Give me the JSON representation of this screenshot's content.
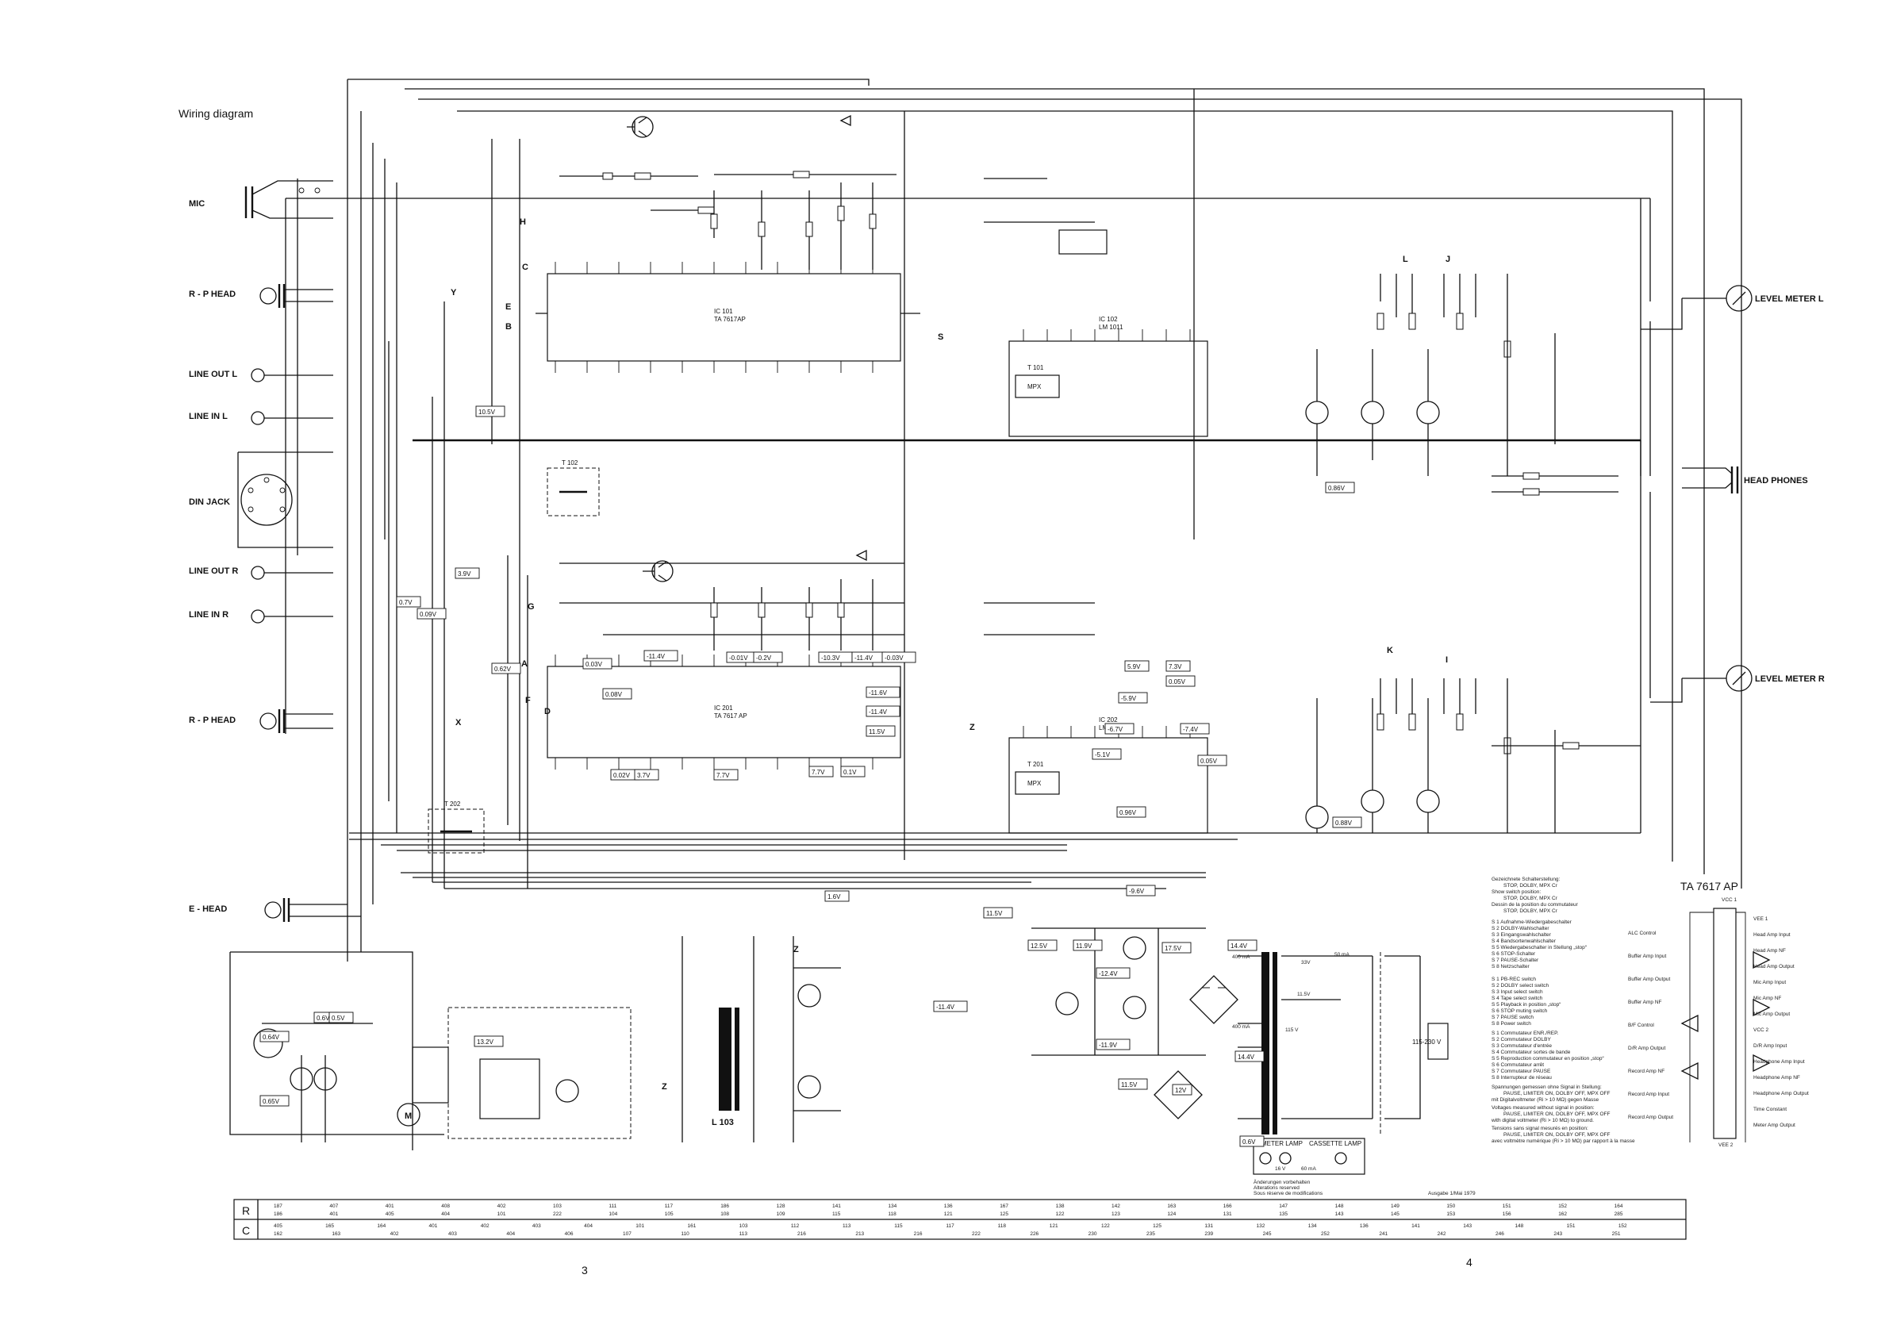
{
  "title": "Wiring diagram",
  "left_labels": {
    "mic": "MIC",
    "rp_head_1": "R - P  HEAD",
    "line_out_l": "LINE OUT L",
    "line_in_l": "LINE IN L",
    "din_jack": "DIN JACK",
    "line_out_r": "LINE OUT R",
    "line_in_r": "LINE IN R",
    "rp_head_2": "R - P  HEAD",
    "e_head": "E - HEAD"
  },
  "right_labels": {
    "level_meter_l": "LEVEL METER L",
    "head_phones": "HEAD PHONES",
    "level_meter_r": "LEVEL METER R"
  },
  "ic_labels": {
    "ic101": "IC 101\nTA 7617AP",
    "ic201": "IC 201\nTA 7617 AP",
    "ic102": "IC 102\nLM 1011",
    "ic202": "IC 202\nLM 1011",
    "t101": "T 101",
    "t201": "T 201",
    "t102": "T 102",
    "t202": "T 202",
    "mpx1": "MPX",
    "mpx2": "MPX",
    "l103": "L 103"
  },
  "point_letters": [
    "H",
    "C",
    "E",
    "B",
    "Y",
    "G",
    "A",
    "F",
    "D",
    "X",
    "S",
    "Z",
    "Z",
    "L",
    "J",
    "K",
    "I",
    "Z"
  ],
  "voltages": [
    "10.5V",
    "3.9V",
    "0.7V",
    "0.09V",
    "0.6V",
    "0.5V",
    "0.62V",
    "0.03V",
    "0.08V",
    "-11.4V",
    "-0.01V",
    "-0.2V",
    "-10.3V",
    "-11.4V",
    "-0.03V",
    "-11.6V",
    "-11.4V",
    "11.5V",
    "0.02V",
    "3.7V",
    "7.7V",
    "7.7V",
    "0.1V",
    "5.9V",
    "7.3V",
    "0.05V",
    "-5.9V",
    "-6.7V",
    "-7.4V",
    "-5.1V",
    "0.05V",
    "0.96V",
    "0.86V",
    "0.88V",
    "1.6V",
    "11.5V",
    "-11.4V",
    "12.5V",
    "11.9V",
    "-12.4V",
    "-11.9V",
    "-9.6V",
    "17.5V",
    "14.4V",
    "14.4V",
    "12V",
    "13.2V",
    "11.5V",
    "0.6V",
    "0.64V",
    "0.65V"
  ],
  "power": {
    "mains": "115-230 V",
    "meter_lamp": "METER LAMP",
    "cassette_lamp": "CASSETTE LAMP",
    "v1": "33V",
    "v2": "11.5V",
    "ma1": "400 mA",
    "ma2": "400 mA",
    "ma3": "50 mA",
    "ma4": "60 mA",
    "v3": "16 V",
    "v4": "115 V"
  },
  "motor": "M",
  "legend": {
    "switch_title_de": "Gezeichnete Schalterstellung:",
    "switch_state_1": "STOP, DOLBY, MPX Cr",
    "switch_title_en": "Show switch position:",
    "switch_state_2": "STOP, DOLBY, MPX Cr",
    "switch_title_fr": "Dessin de la position du commutateur",
    "switch_state_3": "STOP, DOLBY, MPX Cr",
    "switches_de": [
      "S 1   Aufnahme-Wiedergabeschalter",
      "S 2   DOLBY-Wahlschalter",
      "S 3   Eingangswahlschalter",
      "S 4   Bandsortenwahlschalter",
      "S 5   Wiedergabeschalter in Stellung „stop“",
      "S 6   STOP-Schalter",
      "S 7   PAUSE-Schalter",
      "S 8   Netzschalter"
    ],
    "switches_en": [
      "S 1   PB-REC switch",
      "S 2   DOLBY select switch",
      "S 3   Input select switch",
      "S 4   Tape select switch",
      "S 5   Playback in position „stop“",
      "S 6   STOP muting switch",
      "S 7   PAUSE switch",
      "S 8   Power switch"
    ],
    "switches_fr": [
      "S 1   Commutateur ENR./REP.",
      "S 2   Commutateur DOLBY",
      "S 3   Commutateur d'entrée",
      "S 4   Commutateur sortes de bande",
      "S 5   Reproduction commutateur en position „stop“",
      "S 6   Commutateur arrêt",
      "S 7   Commutateur PAUSE",
      "S 8   Interrupteur de réseau"
    ],
    "measure_de": "Spannungen gemessen ohne Signal in Stellung:",
    "measure_state_de": "PAUSE, LIMITER ON, DOLBY OFF, MPX OFF",
    "measure_note_de": "mit Digitalvoltmeter (Ri > 10 MΩ) gegen Masse",
    "measure_en": "Voltages measured without signal in position:",
    "measure_state_en": "PAUSE, LIMITER ON, DOLBY OFF, MPX OFF",
    "measure_note_en": "with digital voltmeter (Ri > 10 MΩ) to ground.",
    "measure_fr": "Tensions sans signal mesurés en position:",
    "measure_state_fr": "PAUSE, LIMITER ON, DOLBY OFF, MPX OFF",
    "measure_note_fr": "avec voltmètre numérique (Ri > 10 MΩ) par rapport à la masse",
    "changes_de": "Änderungen vorbehalten",
    "changes_en": "Alterations reserved",
    "changes_fr": "Sous réserve de modifications",
    "edition": "Ausgabe 1/Mai 1979"
  },
  "inset": {
    "title": "TA 7617 AP",
    "left_pins": [
      "ALC Control",
      "Buffer Amp Input",
      "Buffer Amp Output",
      "Buffer Amp NF",
      "B/F Control",
      "D/R Amp Output",
      "Record Amp NF",
      "Record Amp Input",
      "Record Amp Output"
    ],
    "right_pins": [
      "VEE 1",
      "Head Amp Input",
      "Head Amp NF",
      "Head Amp Output",
      "Mic Amp Input",
      "Mic Amp NF",
      "Mic Amp Output",
      "VCC 2",
      "D/R Amp Input",
      "Headphone Amp Input",
      "Headphone Amp NF",
      "Headphone Amp Output",
      "Time Constant",
      "Meter Amp Output"
    ],
    "bottom": "VEE 2",
    "top": "VCC 1"
  },
  "table": {
    "row_r": "R",
    "row_c": "C",
    "r_line1": [
      "187",
      "407",
      "401",
      "408",
      "402",
      "103",
      "111",
      "117",
      "186",
      "128",
      "141",
      "134",
      "136",
      "167",
      "138",
      "142",
      "163",
      "166",
      "147",
      "148",
      "149",
      "150",
      "151",
      "152",
      "164"
    ],
    "r_line2": [
      "186",
      "401",
      "405",
      "404",
      "101",
      "222",
      "104",
      "105",
      "108",
      "109",
      "115",
      "118",
      "121",
      "125",
      "122",
      "123",
      "124",
      "131",
      "135",
      "143",
      "145",
      "153",
      "156",
      "162",
      "285"
    ],
    "c_line1": [
      "405",
      "165",
      "164",
      "401",
      "402",
      "403",
      "404",
      "101",
      "161",
      "103",
      "112",
      "113",
      "115",
      "117",
      "118",
      "121",
      "122",
      "125",
      "131",
      "132",
      "134",
      "136",
      "141",
      "143",
      "148",
      "151",
      "152"
    ],
    "c_line2": [
      "162",
      "163",
      "402",
      "403",
      "404",
      "406",
      "107",
      "110",
      "113",
      "216",
      "213",
      "216",
      "222",
      "226",
      "230",
      "235",
      "239",
      "245",
      "252",
      "241",
      "242",
      "246",
      "243",
      "251"
    ]
  },
  "page_numbers": [
    "3",
    "4"
  ]
}
